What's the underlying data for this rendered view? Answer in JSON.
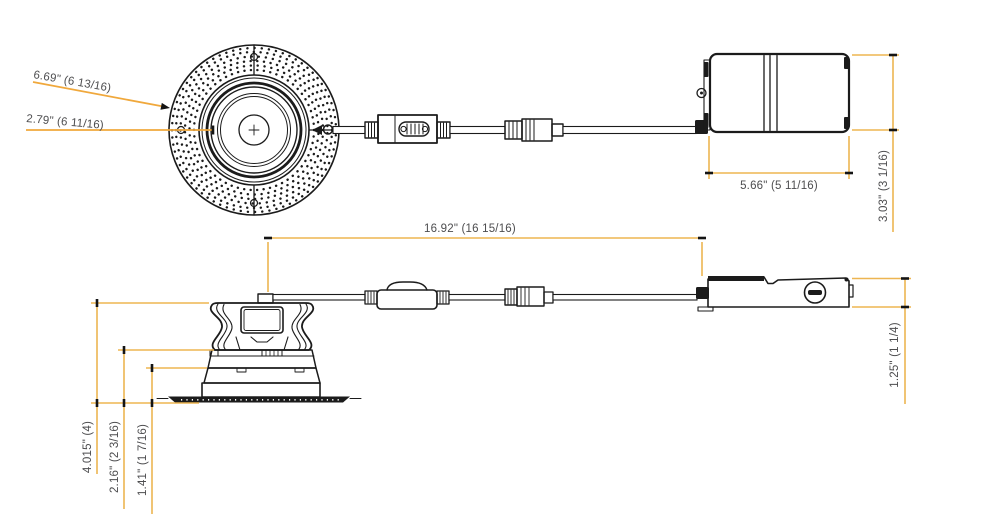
{
  "labels": {
    "cutout_overall_diameter": "6.69\" (6 13/16)",
    "aperture_diameter": "2.79\" (6 11/16)",
    "junction_box_width": "5.66\" (5 11/16)",
    "junction_box_depth": "3.03\" (3 1/16)",
    "overall_cable_length": "16.92\" (16 15/16)",
    "fixture_height": "4.015\" (4)",
    "housing_height": "2.16\" (2 3/16)",
    "trim_height": "1.41\" (1 7/16)",
    "junction_box_height": "1.25\" (1 1/4)"
  },
  "colors": {
    "dim_line": "#edb551",
    "leader_line": "#f0a83c",
    "label_text": "#4d4d4f",
    "line_art": "#1b1b1b",
    "background": "#ffffff"
  }
}
